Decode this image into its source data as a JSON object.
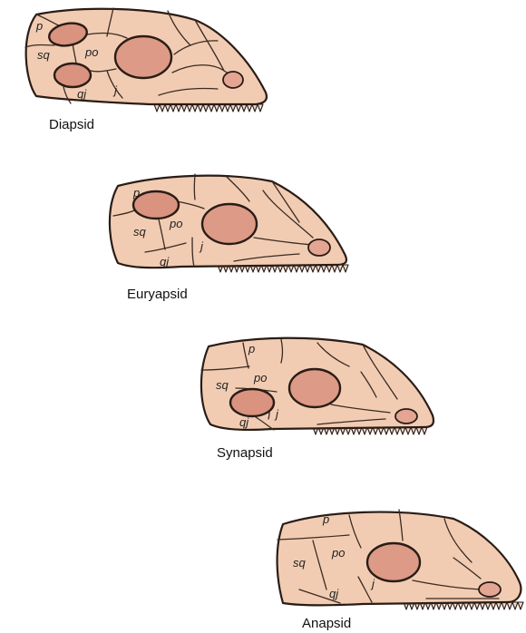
{
  "skulls": [
    {
      "caption": "Diapsid",
      "labels": {
        "p": "p",
        "sq": "sq",
        "po": "po",
        "qj": "qj",
        "j": "j"
      }
    },
    {
      "caption": "Euryapsid",
      "labels": {
        "p": "p",
        "sq": "sq",
        "po": "po",
        "qj": "qj",
        "j": "j"
      }
    },
    {
      "caption": "Synapsid",
      "labels": {
        "p": "p",
        "sq": "sq",
        "po": "po",
        "qj": "qj",
        "j": "j"
      }
    },
    {
      "caption": "Anapsid",
      "labels": {
        "p": "p",
        "sq": "sq",
        "po": "po",
        "qj": "qj",
        "j": "j"
      }
    }
  ],
  "colors": {
    "bone": "#f1ccb3",
    "opening": "#d9937e",
    "outline": "#2a1c16"
  }
}
